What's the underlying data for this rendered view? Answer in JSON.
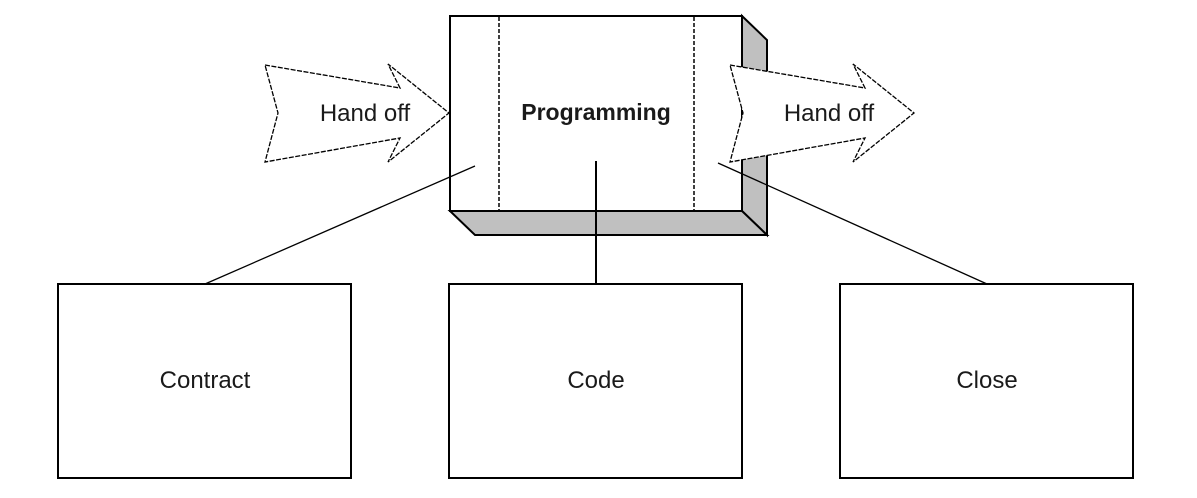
{
  "diagram": {
    "type": "process-flow",
    "central_block": {
      "label": "Programming",
      "colors": {
        "face": "#ffffff",
        "extrusion": "#c0c0c0",
        "stroke": "#000000"
      }
    },
    "arrows": [
      {
        "id": "handoff-in",
        "label": "Hand off",
        "direction": "into central block"
      },
      {
        "id": "handoff-out",
        "label": "Hand off",
        "direction": "out of central block"
      }
    ],
    "sub_boxes": [
      {
        "id": "contract",
        "label": "Contract"
      },
      {
        "id": "code",
        "label": "Code"
      },
      {
        "id": "close",
        "label": "Close"
      }
    ],
    "connections": [
      {
        "from": "Programming",
        "to": "Contract"
      },
      {
        "from": "Programming",
        "to": "Code"
      },
      {
        "from": "Programming",
        "to": "Close"
      }
    ]
  }
}
